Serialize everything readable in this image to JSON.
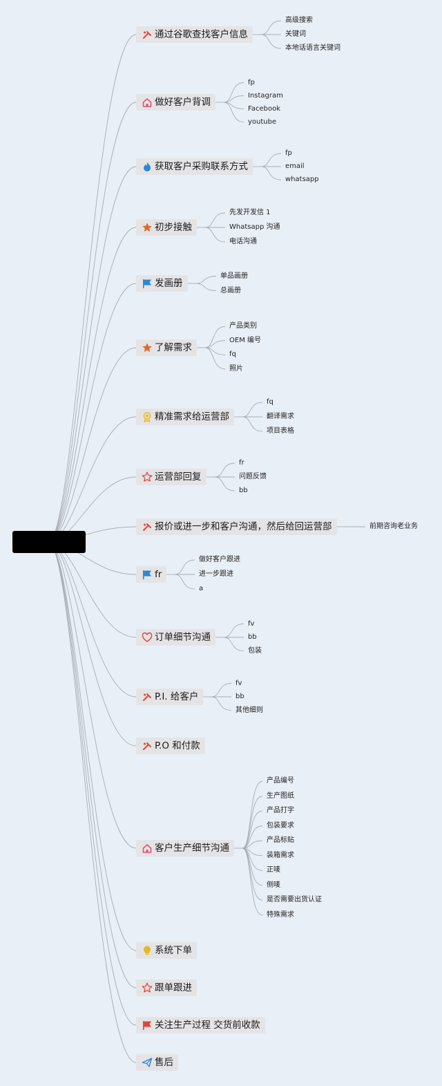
{
  "mindmap": {
    "root": {
      "label": ""
    },
    "branches": [
      {
        "label": "通过谷歌查找客户信息",
        "icon": "tools-icon",
        "children": [
          "高级搜索",
          "关键词",
          "本地话语言关键词"
        ]
      },
      {
        "label": "做好客户背调",
        "icon": "house-icon",
        "children": [
          "fp",
          "Instagram",
          "Facebook",
          "youtube"
        ]
      },
      {
        "label": "获取客户采购联系方式",
        "icon": "flame-icon",
        "children": [
          "fp",
          "email",
          "whatsapp"
        ]
      },
      {
        "label": "初步接触",
        "icon": "star-icon",
        "children": [
          "先发开发信 1",
          "Whatsapp 沟通",
          "电话沟通"
        ]
      },
      {
        "label": "发画册",
        "icon": "flag-blue-icon",
        "children": [
          "单品画册",
          "总画册"
        ]
      },
      {
        "label": "了解需求",
        "icon": "star-icon",
        "children": [
          "产品类别",
          "OEM 编号",
          "fq",
          "照片"
        ]
      },
      {
        "label": "精准需求给运营部",
        "icon": "award-icon",
        "children": [
          "fq",
          "翻译需求",
          "项目表格"
        ]
      },
      {
        "label": "运营部回复",
        "icon": "star-outline-icon",
        "children": [
          "fr",
          "问题反馈",
          "bb"
        ]
      },
      {
        "label": "报价或进一步和客户沟通，然后给回运营部",
        "icon": "tools-icon",
        "children": [
          "前期咨询老业务"
        ]
      },
      {
        "label": "fr",
        "icon": "flag-blue-icon",
        "children": [
          "做好客户跟进",
          "进一步跟进",
          "a"
        ]
      },
      {
        "label": "订单细节沟通",
        "icon": "heart-icon",
        "children": [
          "fv",
          "bb",
          "包装"
        ]
      },
      {
        "label": "P.I. 给客户",
        "icon": "tools-icon",
        "children": [
          "fv",
          "bb",
          "其他细则"
        ]
      },
      {
        "label": "P.O 和付款",
        "icon": "tools-icon",
        "children": []
      },
      {
        "label": "客户生产细节沟通",
        "icon": "house-icon",
        "children": [
          "产品编号",
          "生产图纸",
          "产品打字",
          "包装要求",
          "产品标贴",
          "装箱需求",
          "正唛",
          "侧唛",
          "是否需要出货认证",
          "特殊需求"
        ]
      },
      {
        "label": "系统下单",
        "icon": "bulb-icon",
        "children": []
      },
      {
        "label": "跟单跟进",
        "icon": "star-outline-icon",
        "children": []
      },
      {
        "label": "关注生产过程 交货前收款",
        "icon": "flag-red-icon",
        "children": []
      },
      {
        "label": "售后",
        "icon": "plane-icon",
        "children": []
      }
    ]
  },
  "colors": {
    "background": "#e9eff6",
    "node_fill": "#e4e4e7",
    "link": "#a8adb4",
    "root": "#000000",
    "icon_red": "#e0463a",
    "icon_orange": "#e06a2a",
    "icon_blue": "#2a86d8",
    "icon_yellow": "#e8b820",
    "icon_pink": "#e0506a"
  }
}
